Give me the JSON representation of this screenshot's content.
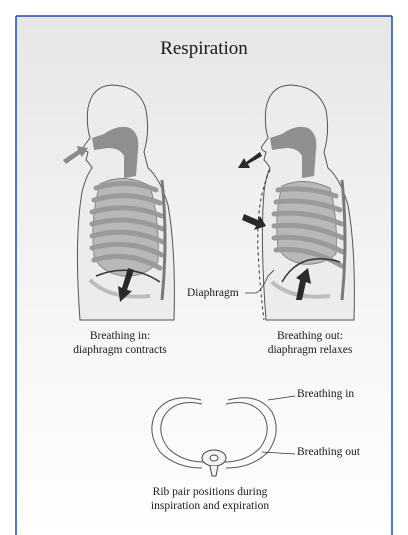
{
  "title": "Respiration",
  "panels": {
    "inhale": {
      "caption_line1": "Breathing in:",
      "caption_line2": "diaphragm contracts"
    },
    "exhale": {
      "caption_line1": "Breathing out:",
      "caption_line2": "diaphragm relaxes"
    }
  },
  "labels": {
    "diaphragm": "Diaphragm",
    "rib_in": "Breathing in",
    "rib_out": "Breathing out"
  },
  "rib_diagram": {
    "caption_line1": "Rib pair positions during",
    "caption_line2": "inspiration and expiration"
  },
  "colors": {
    "border": "#1f4fa0",
    "background_top": "#f2f2f2",
    "background_bottom": "#ffffff",
    "body_fill": "#ececec",
    "airway": "#8f8f8f",
    "ribs": "#a6a6a6",
    "arrow_dark": "#2a2a2a",
    "arrow_light": "#8a8a8a"
  }
}
